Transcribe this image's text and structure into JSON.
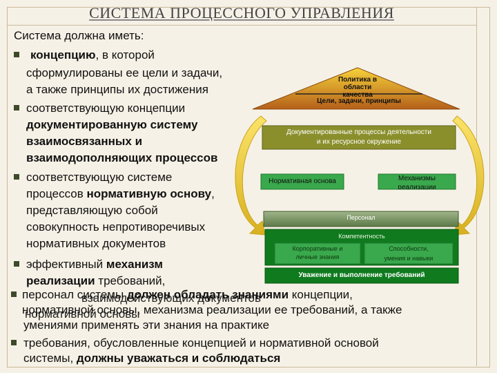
{
  "title": "СИСТЕМА ПРОЦЕССНОГО УПРАВЛЕНИЯ",
  "intro": "Система должна иметь:",
  "b1": {
    "bold": "концепцию",
    "rest": ", в которой",
    "l2": "сформулированы ее цели и задачи,",
    "l3": "а также принципы их достижения"
  },
  "b2": {
    "l1": "соответствующую концепции",
    "l2": "документированную систему",
    "l3": "взаимосвязанных и",
    "l4": "взаимодополняющих процессов"
  },
  "b3": {
    "l1": "соответствующую системе",
    "l2a": "процессов ",
    "l2b": "нормативную основу",
    "l2c": ",",
    "l3": "представляющую собой",
    "l4": "совокупность непротиворечивых",
    "l5": "нормативных документов"
  },
  "b4": {
    "l1a": "эффективный ",
    "l1b": "механизм",
    "l2a": "реализации",
    "l2b": " требований,"
  },
  "b5": {
    "l1a": "персонал системы ",
    "l1b": "должен обладать знаниями",
    "l1c": " концепции,",
    "l2": "нормативной основы, механизма реализации ее требований, а также",
    "l3": "умениями применять эти знания на практике"
  },
  "b5_overlap": {
    "l1": "взаимодействующих документов",
    "l2": "нормативной основы"
  },
  "b6": {
    "l1": "требования, обусловленные концепцией и нормативной основой",
    "l2a": "системы, ",
    "l2b": "должны уважаться и соблюдаться"
  },
  "diagram": {
    "roof_l1": "Политика в",
    "roof_l2": "области",
    "roof_l3": "качества",
    "roof_l4": "Цели, задачи, принципы",
    "doc_l1": "Документированные процессы деятельности",
    "doc_l2": "и их ресурсное окружение",
    "norm": "Нормативная основа",
    "mech_l1": "Механизмы",
    "mech_l2": "реализации",
    "staff": "Персонал",
    "comp": "Компетентность",
    "corp_l1": "Корпоративные и",
    "corp_l2": "личные знания",
    "abil_l1": "Способности,",
    "abil_l2": "умения и навыки",
    "respect": "Уважение и выполнение требований"
  },
  "colors": {
    "roof_top": "#f2c230",
    "roof_bottom": "#b8651b",
    "olive": "#8a8f2c",
    "green": "#35a24a",
    "dark_green": "#0f7a1e",
    "staff": "#6f8f5a",
    "arrow": "#f3d23a"
  }
}
